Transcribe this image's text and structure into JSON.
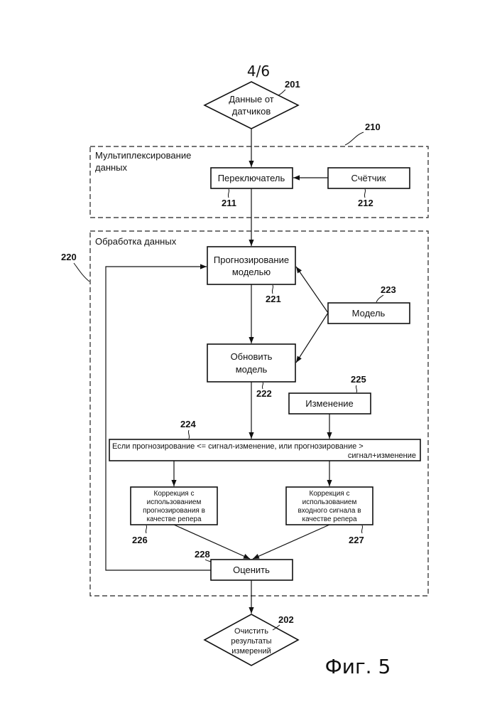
{
  "page_number": "4/6",
  "figure_caption": "Фиг. 5",
  "groups": {
    "multiplexing": {
      "label_line1": "Мультиплексирование",
      "label_line2": "данных",
      "ref": "210"
    },
    "processing": {
      "label": "Обработка данных",
      "ref": "220"
    }
  },
  "nodes": {
    "sensor_data": {
      "line1": "Данные от",
      "line2": "датчиков",
      "ref": "201"
    },
    "switch": {
      "label": "Переключатель",
      "ref": "211"
    },
    "counter": {
      "label": "Счётчик",
      "ref": "212"
    },
    "model_prediction": {
      "line1": "Прогнозирование",
      "line2": "моделью",
      "ref": "221"
    },
    "update_model": {
      "line1": "Обновить",
      "line2": "модель",
      "ref": "222"
    },
    "model": {
      "label": "Модель",
      "ref": "223"
    },
    "condition": {
      "line1": "Если прогнозирование <= сигнал-изменение, или прогнозирование >",
      "line2": "сигнал+изменение",
      "ref": "224"
    },
    "change": {
      "label": "Изменение",
      "ref": "225"
    },
    "correction_prediction": {
      "line1": "Коррекция с",
      "line2": "использованием",
      "line3": "прогнозирования в",
      "line4": "качестве репера",
      "ref": "226"
    },
    "correction_input": {
      "line1": "Коррекция с",
      "line2": "использованием",
      "line3": "входного сигнала в",
      "line4": "качестве репера",
      "ref": "227"
    },
    "evaluate": {
      "label": "Оценить",
      "ref": "228"
    },
    "clean_results": {
      "line1": "Очистить",
      "line2": "результаты",
      "line3": "измерений",
      "ref": "202"
    }
  }
}
